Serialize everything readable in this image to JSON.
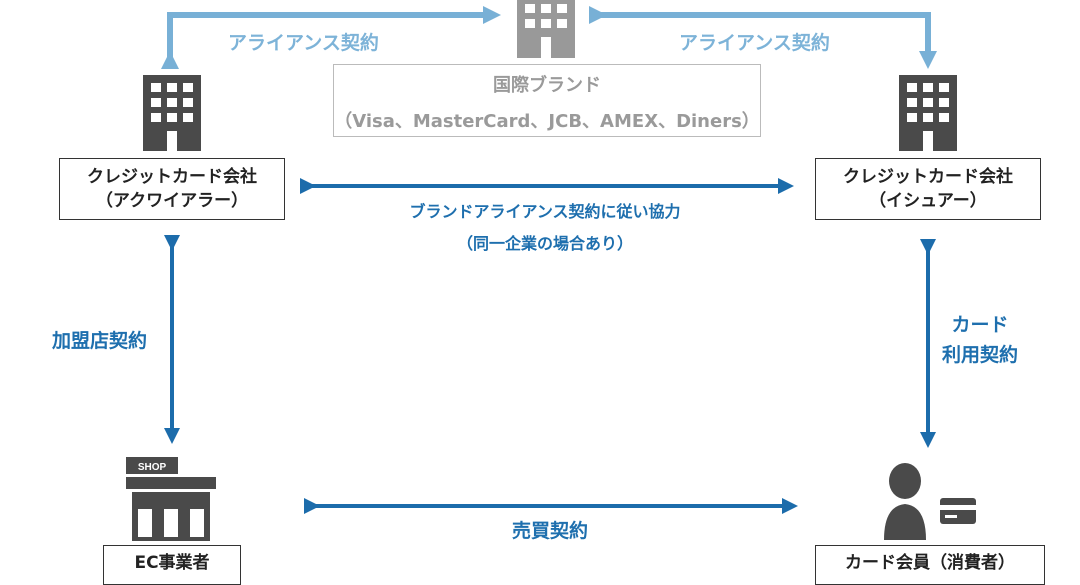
{
  "brand": {
    "label": "国際ブランド",
    "list": "（Visa、MasterCard、JCB、AMEX、Diners）"
  },
  "acquirer": {
    "line1": "クレジットカード会社",
    "line2": "（アクワイアラー）"
  },
  "issuer": {
    "line1": "クレジットカード会社",
    "line2": "（イシュアー）"
  },
  "ec": {
    "label": "EC事業者",
    "shop_sign": "SHOP"
  },
  "member": {
    "label": "カード会員（消費者）"
  },
  "labels": {
    "alliance_left": "アライアンス契約",
    "alliance_right": "アライアンス契約",
    "cooperation_line1": "ブランドアライアンス契約に従い協力",
    "cooperation_line2": "（同一企業の場合あり）",
    "merchant": "加盟店契約",
    "card_use_line1": "カード",
    "card_use_line2": "利用契約",
    "sales": "売買契約"
  },
  "colors": {
    "dark_arrow": "#1c6cab",
    "light_arrow": "#78b0d6",
    "icon_dark": "#4a4a4a",
    "icon_gray": "#999999"
  }
}
